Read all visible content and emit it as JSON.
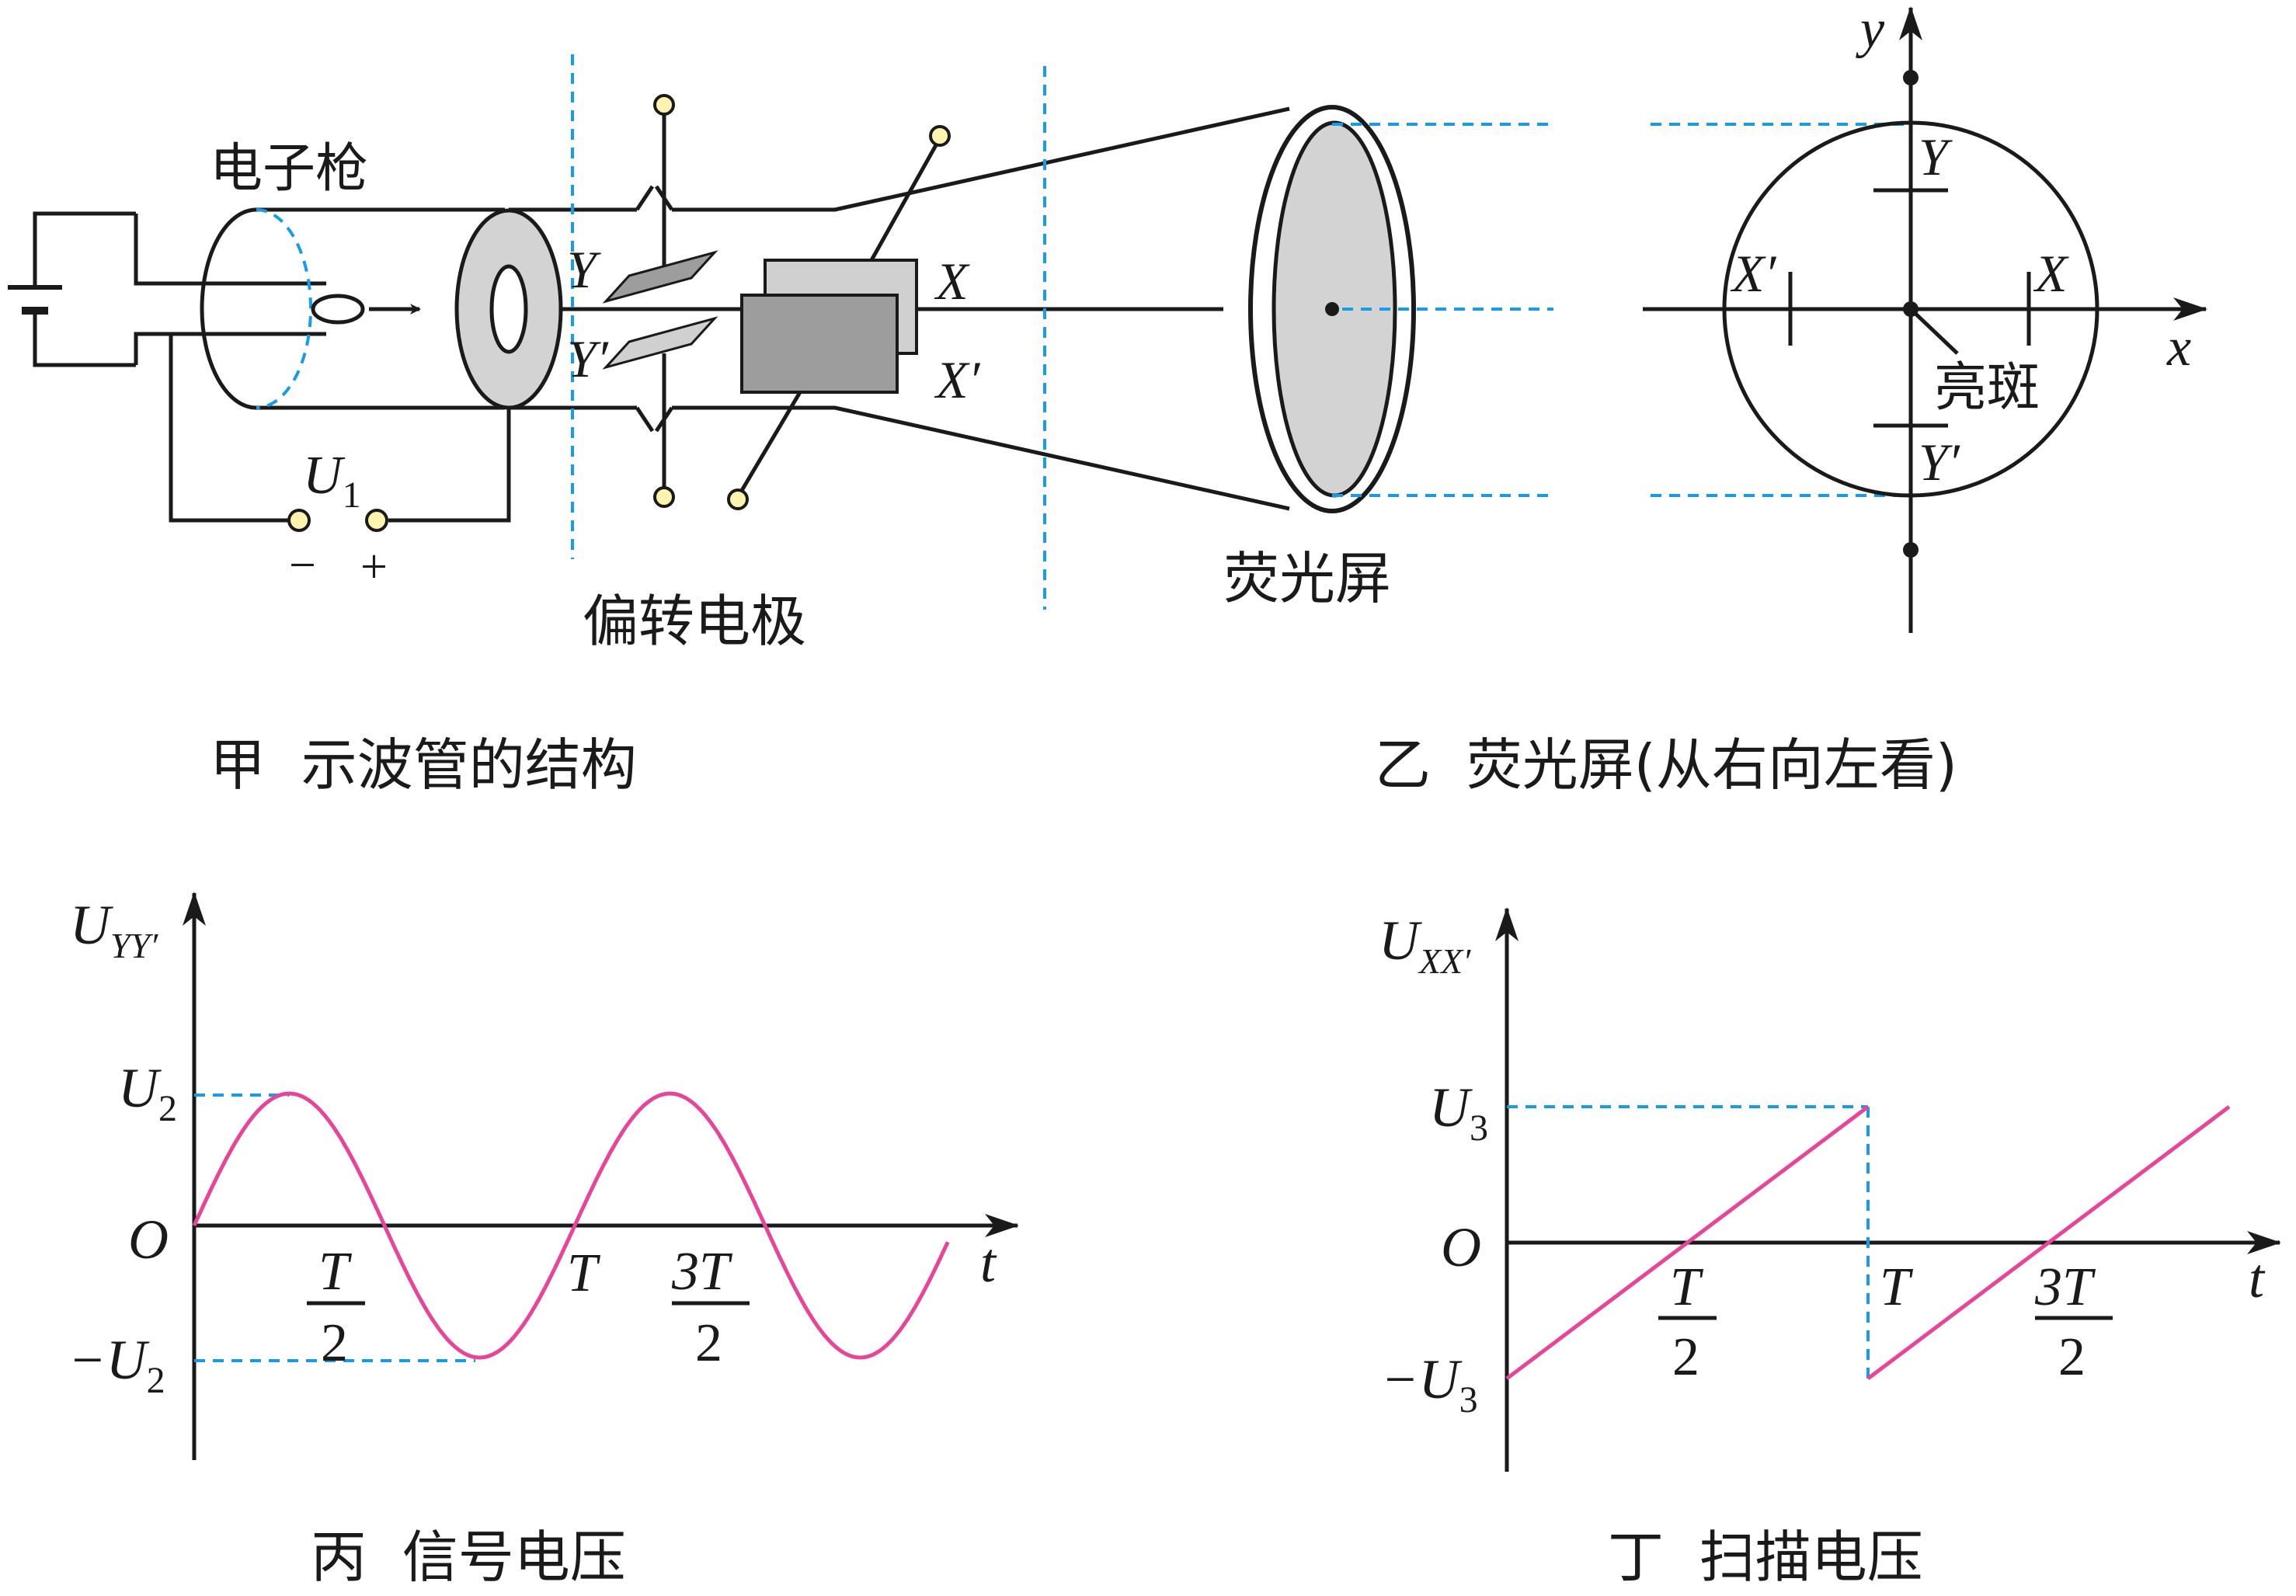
{
  "colors": {
    "line": "#1a1a1a",
    "dashed_guide": "#1a9be6",
    "curve": "#e6469a",
    "screen_fill": "#d3d3d4",
    "ring_fill": "#d3d3d4",
    "plate_dark": "#9d9d9d",
    "plate_light": "#d0d0d0",
    "terminal": "#fff3b0"
  },
  "icons": {
    "battery": "battery-icon",
    "terminal": "terminal-dot-icon",
    "arrow": "arrowhead-icon"
  },
  "panel_jia": {
    "gun_label": "电子枪",
    "u1_label": "U",
    "u1_sub": "1",
    "minus": "−",
    "plus": "+",
    "plate_y": "Y",
    "plate_y_prime": "Y′",
    "plate_x": "X",
    "plate_x_prime": "X′",
    "deflect_label": "偏转电极",
    "screen_label": "荧光屏",
    "caption": "甲  示波管的结构"
  },
  "panel_yi": {
    "y_axis": "y",
    "x_axis": "x",
    "mark_y": "Y",
    "mark_y_prime": "Y′",
    "mark_x": "X",
    "mark_x_prime": "X′",
    "spot_label": "亮斑",
    "caption": "乙  荧光屏(从右向左看)"
  },
  "panel_bing": {
    "y_label": "U",
    "y_sub": "YY′",
    "amp_pos": "U",
    "amp_pos_sub": "2",
    "amp_neg": "−U",
    "amp_neg_sub": "2",
    "origin": "O",
    "t_label": "t",
    "tick_half_num": "T",
    "tick_half_den": "2",
    "tick_T": "T",
    "tick_3half_num": "3T",
    "tick_3half_den": "2",
    "caption": "丙  信号电压"
  },
  "panel_ding": {
    "y_label": "U",
    "y_sub": "XX′",
    "amp_pos": "U",
    "amp_pos_sub": "3",
    "amp_neg": "−U",
    "amp_neg_sub": "3",
    "origin": "O",
    "t_label": "t",
    "tick_half_num": "T",
    "tick_half_den": "2",
    "tick_T": "T",
    "tick_3half_num": "3T",
    "tick_3half_den": "2",
    "caption": "丁  扫描电压"
  }
}
